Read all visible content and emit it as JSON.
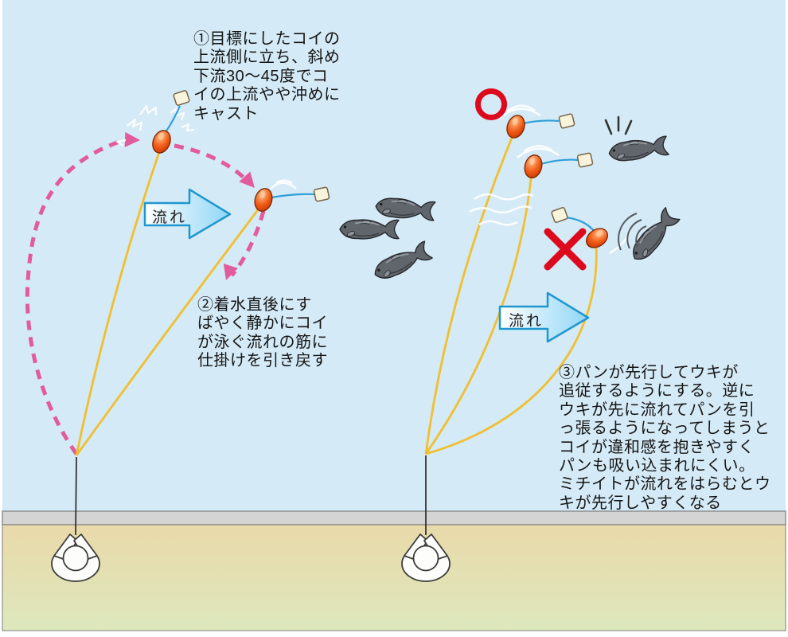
{
  "diagram": {
    "scene": "carp-bread-float-fishing-technique",
    "notes": {
      "step1": {
        "lines": [
          "①目標にしたコイの",
          "上流側に立ち、斜め",
          "下流30〜45度でコ",
          "イの上流やや沖めに",
          "キャスト"
        ]
      },
      "step2": {
        "lines": [
          "②着水直後にす",
          "ばやく静かにコイ",
          "が泳ぐ流れの筋に",
          "仕掛けを引き戻す"
        ]
      },
      "step3": {
        "lines": [
          "③パンが先行してウキが",
          "追従するようにする。逆に",
          "ウキが先に流れてパンを引",
          "っ張るようになってしまうと",
          "コイが違和感を抱きやすく",
          "パンも吸い込まれにくい。",
          "ミチイトが流れをはらむとウ",
          "キが先行しやすくなる"
        ]
      }
    },
    "flow": {
      "label": "流れ"
    },
    "marks": {
      "good": "○",
      "bad": "×"
    },
    "colors": {
      "water": "#d4eaf6",
      "bank_edge": "#d4d4d4",
      "ground_top": "#e9d9a9",
      "ground_bottom": "#dde8bd",
      "main_line_yellow": "#f1bf2f",
      "leader_blue": "#2e9fd9",
      "float_orange": "#e8430e",
      "bread_cream": "#f9f3dc",
      "cast_arrow_pink": "#e15b9d",
      "mark_red": "#dd0a1e",
      "flow_arrow_blue": "#1f97ce",
      "fish_gray": "#61666c"
    }
  }
}
